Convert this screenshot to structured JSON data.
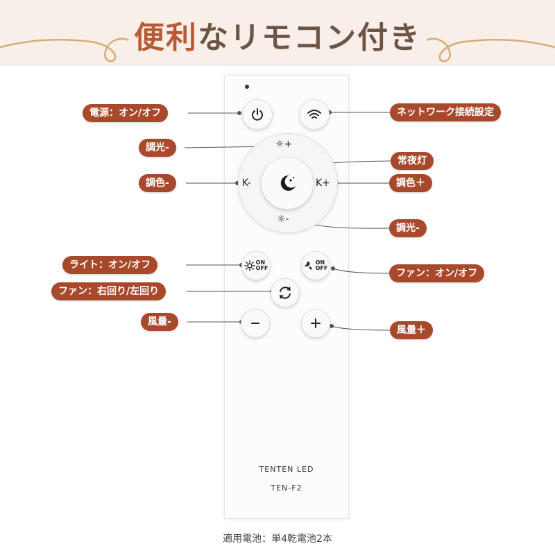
{
  "header": {
    "title_accent": "便利",
    "title_rest": "なリモコン付き"
  },
  "remote": {
    "brand": "TENTEN  LED",
    "model": "TEN-F2",
    "dial_labels": {
      "k_minus": "K-",
      "k_plus": "K+",
      "bright_up": "☼+",
      "bright_down": "☼-"
    },
    "on_label": "ON",
    "off_label": "OFF"
  },
  "callouts": {
    "power": "電源：オン/オフ",
    "network": "ネットワーク接続設定",
    "dimmer_minus_top": "調光-",
    "night_light": "常夜灯",
    "color_minus": "調色-",
    "color_plus": "調色＋",
    "dimmer_minus_bottom": "調光-",
    "light_onoff": "ライト：オン/オフ",
    "fan_onoff": "ファン：オン/オフ",
    "fan_direction": "ファン：右回り/左回り",
    "wind_minus": "風量-",
    "wind_plus": "風量＋"
  },
  "footer": {
    "battery": "適用電池：単4乾電池2本"
  },
  "colors": {
    "accent": "#a9492c",
    "title": "#6e5446",
    "banner": "#f7efe8"
  }
}
